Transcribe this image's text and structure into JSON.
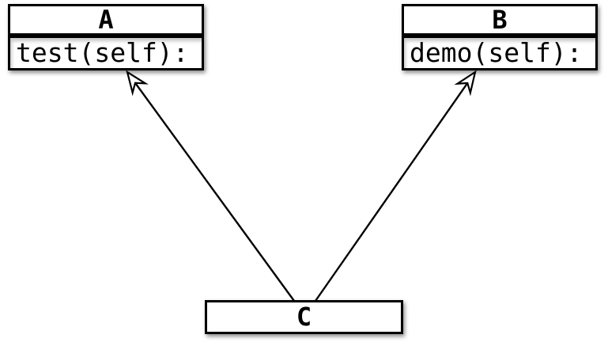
{
  "diagram": {
    "type": "uml-class-diagram",
    "nodes": {
      "a": {
        "name": "A",
        "method": "test(self):"
      },
      "b": {
        "name": "B",
        "method": "demo(self):"
      },
      "c": {
        "name": "C"
      }
    },
    "edges": [
      {
        "from": "C",
        "to": "A",
        "type": "inheritance",
        "arrowhead": "hollow-open"
      },
      {
        "from": "C",
        "to": "B",
        "type": "inheritance",
        "arrowhead": "hollow-open"
      }
    ],
    "colors": {
      "stroke": "#000000",
      "node_fill": "#ffffff",
      "background": "#ffffff",
      "shadow": "rgba(0,0,0,0.45)"
    }
  }
}
